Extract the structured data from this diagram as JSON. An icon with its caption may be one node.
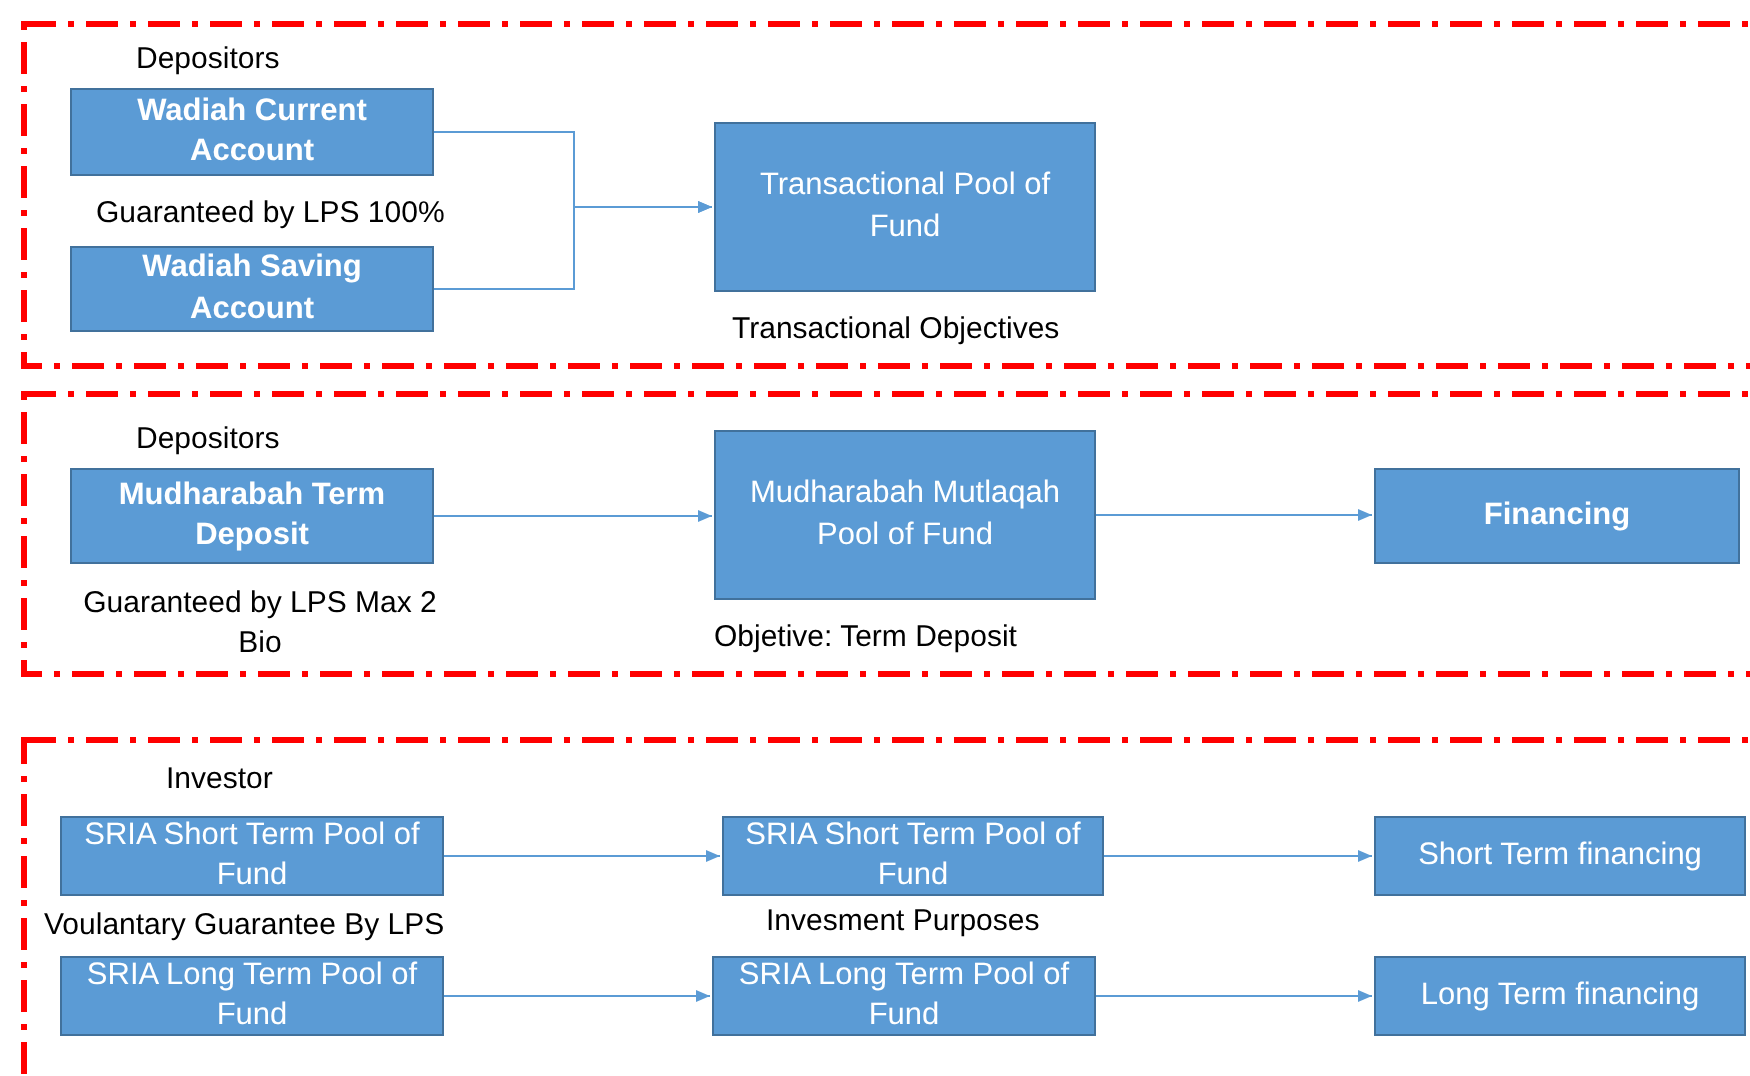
{
  "diagram": {
    "nodes": [
      {
        "text": [
          "Wadiah Current Account"
        ]
      },
      {
        "text": [
          "Wadiah Saving Account"
        ]
      },
      {
        "text": [
          "Transactional Pool of Fund"
        ]
      },
      {
        "text": [
          "Mudharabah Term Deposit"
        ]
      },
      {
        "text": [
          "Mudharabah Mutlaqah Pool of Fund"
        ]
      },
      {
        "text": [
          "Financing"
        ]
      },
      {
        "text": [
          "SRIA Short Term Pool of Fund"
        ]
      },
      {
        "text": [
          "SRIA Short Term Pool of Fund"
        ]
      },
      {
        "text": [
          "Short Term financing"
        ]
      },
      {
        "text": [
          "SRIA Long Term Pool of Fund"
        ]
      },
      {
        "text": [
          "SRIA Long Term Pool of Fund"
        ]
      },
      {
        "text": [
          "Long Term financing"
        ]
      }
    ],
    "edges": [
      {
        "from": 0,
        "to": 2,
        "arrow": "to"
      },
      {
        "from": 1,
        "to": 2,
        "arrow": "to"
      },
      {
        "from": 3,
        "to": 4,
        "arrow": "to"
      },
      {
        "from": 4,
        "to": 5,
        "arrow": "to"
      },
      {
        "from": 6,
        "to": 7,
        "arrow": "to"
      },
      {
        "from": 7,
        "to": 8,
        "arrow": "to"
      },
      {
        "from": 9,
        "to": 10,
        "arrow": "to"
      },
      {
        "from": 10,
        "to": 11,
        "arrow": "to"
      }
    ],
    "labels": [
      "Depositors",
      "Guaranteed by LPS 100%",
      "Transactional Objectives",
      "Depositors",
      "Guaranteed by LPS Max 2 Bio",
      "Objetive: Term Deposit",
      "Investor",
      "Voulantary Guarantee By LPS",
      "Invesment Purposes"
    ]
  }
}
